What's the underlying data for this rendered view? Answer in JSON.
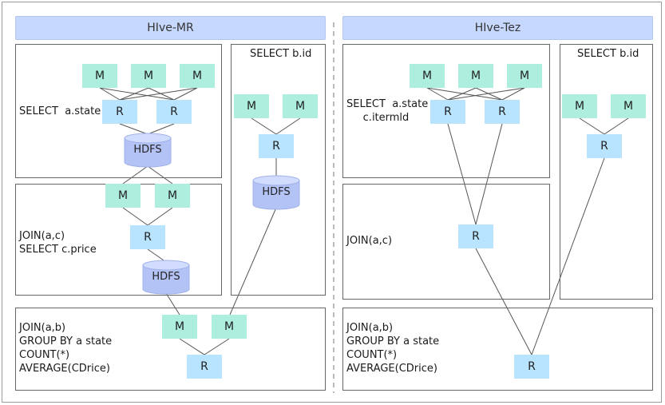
{
  "left": {
    "title": "HIve-MR",
    "stage1_label": "SELECT  a.state",
    "stage2_label": "JOIN(a,c)\nSELECT c.price",
    "stage3_label": "JOIN(a,b)\nGROUP BY a state\nCOUNT(*)\nAVERAGE(CDrice)",
    "side_label": "SELECT b.id"
  },
  "right": {
    "title": "HIve-Tez",
    "stage1_label": "SELECT  a.state\n     c.itermld",
    "stage2_label": "JOIN(a,c)",
    "stage3_label": "JOIN(a,b)\nGROUP BY a state\nCOUNT(*)\nAVERAGE(CDrice)",
    "side_label": "SELECT b.id"
  },
  "node_labels": {
    "map": "M",
    "reduce": "R",
    "storage": "HDFS"
  },
  "colors": {
    "title_bar": "#c7d8ff",
    "map_node": "#aeeede",
    "reduce_node": "#b8e4ff",
    "hdfs": "#b4c3f5"
  }
}
